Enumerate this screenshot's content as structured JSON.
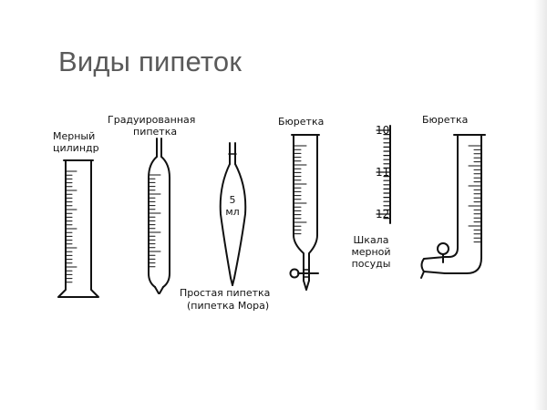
{
  "title": "Виды пипеток",
  "labels": {
    "cylinder_line1": "Мерный",
    "cylinder_line2": "цилиндр",
    "graduated_line1": "Градуированная",
    "graduated_line2": "пипетка",
    "simple_volume_num": "5",
    "simple_volume_unit": "мл",
    "simple_line1": "Простая пипетка",
    "simple_line2": "(пипетка Мора)",
    "burette1": "Бюретка",
    "scale_10": "10",
    "scale_11": "11",
    "scale_12": "12",
    "scale_line1": "Шкала",
    "scale_line2": "мерной",
    "scale_line3": "посуды",
    "burette2": "Бюретка"
  }
}
